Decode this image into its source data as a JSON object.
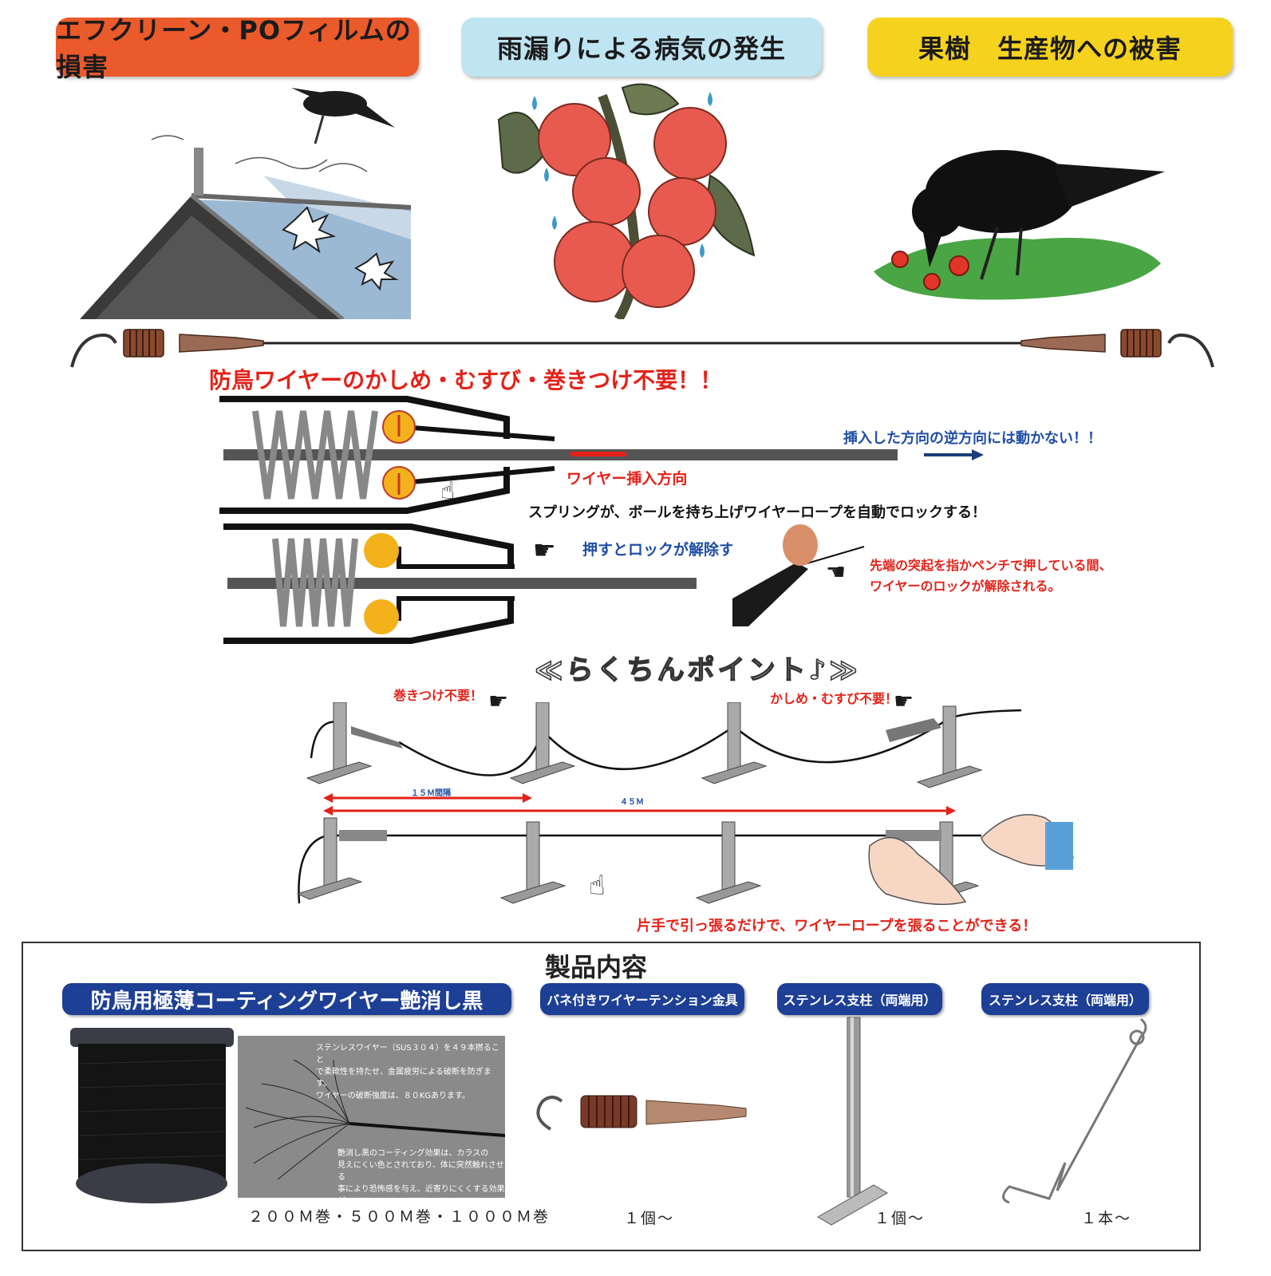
{
  "banners": {
    "film_damage": "エフクリーン・POフィルムの損害",
    "disease": "雨漏りによる病気の発生",
    "fruit_damage": "果樹　生産物への被害"
  },
  "headline": "防鳥ワイヤーのかしめ・むすび・巻きつけ不要！！",
  "mechanism": {
    "no_reverse": "挿入した方向の逆方向には動かない！！",
    "insert_direction": "ワイヤー挿入方向",
    "spring_lock": "スプリングが、ボールを持ち上げワイヤーロープを自動でロックする！",
    "push_release": "押すとロックが解除する！",
    "tip_note_1": "先端の突起を指かペンチで押している間、",
    "tip_note_2": "ワイヤーのロックが解除される。"
  },
  "points": {
    "title": "≪らくちんポイント♪≫",
    "no_winding": "巻きつけ不要！",
    "no_crimp": "かしめ・むすび不要！",
    "span_15": "１５Ｍ間隔",
    "span_45": "４５Ｍ",
    "one_hand": "片手で引っ張るだけで、ワイヤーロープを張ることができる！"
  },
  "products": {
    "title": "製品内容",
    "wire_label": "防鳥用極薄コーティングワイヤー艶消し黒",
    "tension_label": "バネ付きワイヤーテンション金具",
    "post_label_1": "ステンレス支柱（両端用）",
    "post_label_2": "ステンレス支柱（両端用）",
    "wire_desc_1": "ステンレスワイヤー（SUS３０４）を４９本撚ること",
    "wire_desc_2": "で柔軟性を持たせ、金属疲労による破断を防ぎます。",
    "wire_desc_3": "ワイヤーの破断強度は、８０KGあります。",
    "coat_desc_1": "艶消し黒のコーティング効果は、カラスの",
    "coat_desc_2": "見えにくい色とされており、体に突然触れさせる",
    "coat_desc_3": "事により恐怖感を与え、近寄りにくくする効果が",
    "coat_desc_4": "あります。",
    "wire_qty": "２００Ｍ巻・５００Ｍ巻・１０００Ｍ巻",
    "tension_qty": "１個～",
    "post_qty_1": "１個～",
    "post_qty_2": "１本～"
  },
  "colors": {
    "accent_red": "#e32219",
    "accent_blue": "#1f4ea5",
    "pill_blue": "#1d3f95"
  }
}
